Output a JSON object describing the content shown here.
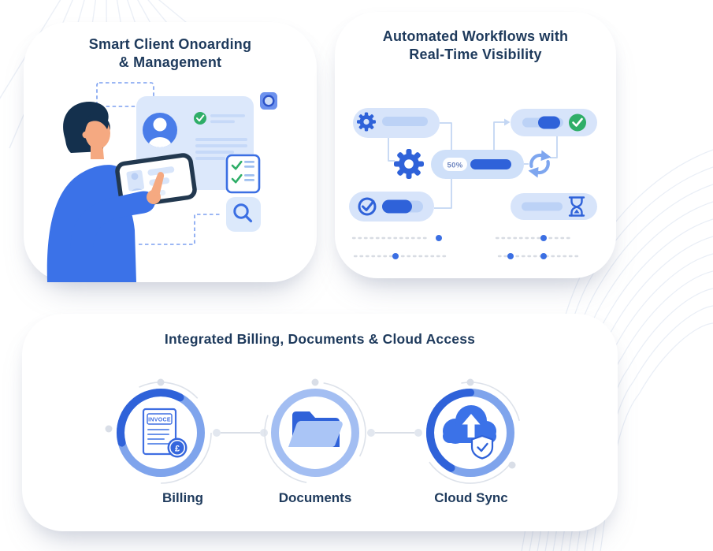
{
  "colors": {
    "navy_text": "#1e3a5c",
    "primary_blue": "#2f62d9",
    "accent_blue": "#3b72e8",
    "pill_blue": "#d7e4fa",
    "soft_blue": "#bcd2f6",
    "success_green": "#2fae68",
    "skin": "#f5a981",
    "hair_navy": "#14304d",
    "decor_line": "#e9eef6"
  },
  "icons": {
    "gear-icon": "⚙",
    "check-circle-icon": "✓",
    "refresh-icon": "↻",
    "hourglass-icon": "⧗",
    "search-icon": "⌕",
    "camera-icon": "◉",
    "avatar-icon": "👤",
    "checklist-icon": "✓",
    "invoice-icon": "▤",
    "folder-icon": "🗀",
    "cloud-upload-icon": "☁",
    "shield-check-icon": "🛡"
  },
  "cards": {
    "onboarding": {
      "title_line1": "Smart Client Onoarding",
      "title_line2": "& Management"
    },
    "workflows": {
      "title_line1": "Automated Workflows with",
      "title_line2": "Real-Time Visibility",
      "progress_badge": "50%"
    },
    "integrated": {
      "title": "Integrated Billing, Documents & Cloud Access",
      "invoice_text": "INVOCE",
      "currency_symbol": "£",
      "features": [
        {
          "label": "Billing",
          "icon": "invoice-icon"
        },
        {
          "label": "Documents",
          "icon": "folder-icon"
        },
        {
          "label": "Cloud Sync",
          "icon": "cloud-upload-icon"
        }
      ]
    }
  }
}
